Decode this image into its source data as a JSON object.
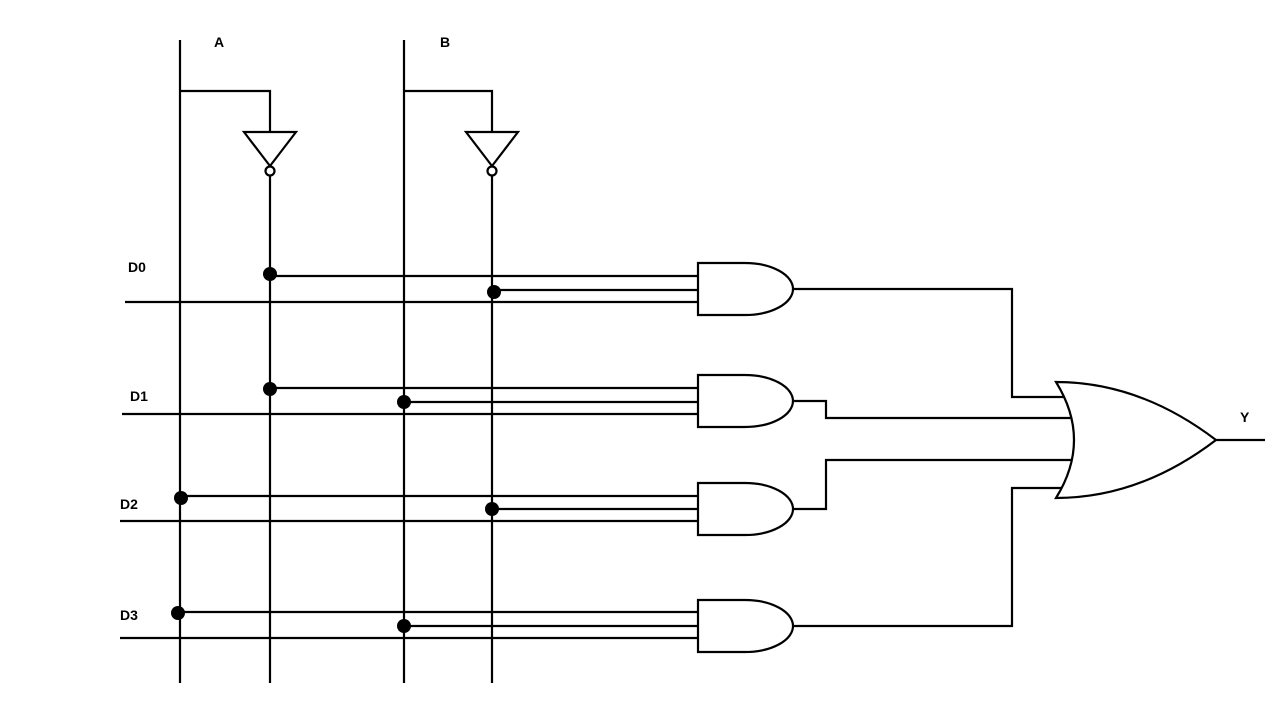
{
  "inputs": {
    "select_a": "A",
    "select_b": "B",
    "d0": "D0",
    "d1": "D1",
    "d2": "D2",
    "d3": "D3"
  },
  "output": {
    "y": "Y"
  },
  "gates": {
    "not_count": 2,
    "and_count": 4,
    "or_count": 1
  }
}
